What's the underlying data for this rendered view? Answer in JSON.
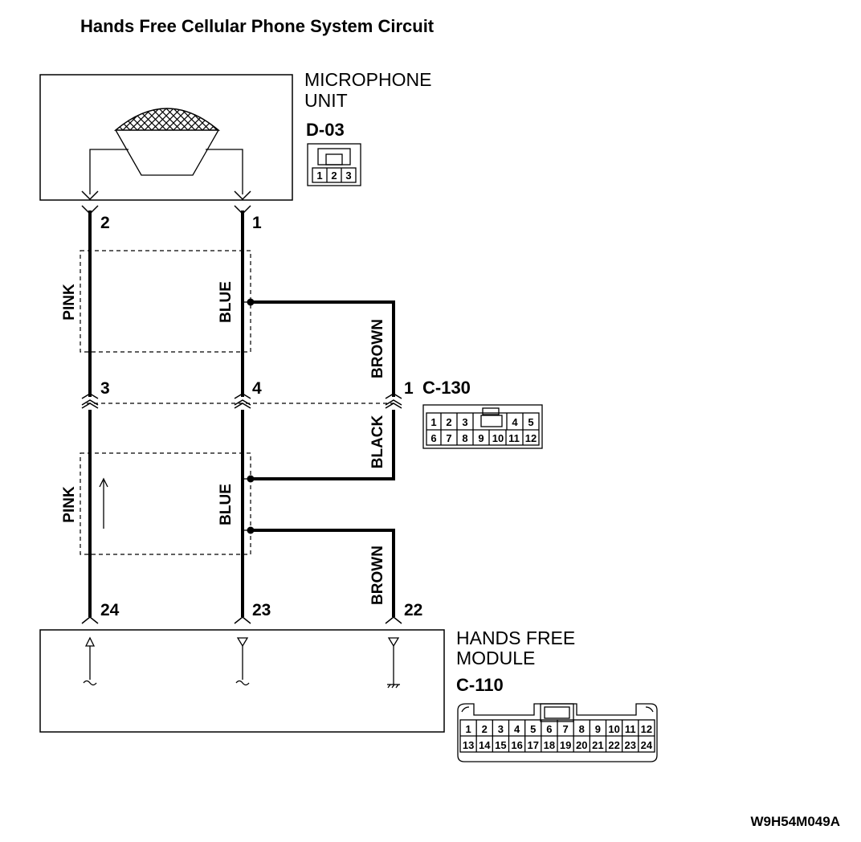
{
  "title": "Hands Free Cellular Phone System Circuit",
  "microphone_unit": {
    "name_line1": "MICROPHONE",
    "name_line2": "UNIT",
    "connector": "D-03",
    "connector_pins": [
      "1",
      "2",
      "3"
    ]
  },
  "hands_free_module": {
    "name_line1": "HANDS FREE",
    "name_line2": "MODULE",
    "connector": "C-110",
    "connector_pins_row1": [
      "1",
      "2",
      "3",
      "4",
      "5",
      "6",
      "7",
      "8",
      "9",
      "10",
      "11",
      "12"
    ],
    "connector_pins_row2": [
      "13",
      "14",
      "15",
      "16",
      "17",
      "18",
      "19",
      "20",
      "21",
      "22",
      "23",
      "24"
    ]
  },
  "junction": {
    "pin": "1",
    "connector": "C-130",
    "connector_pins_row1": [
      "1",
      "2",
      "3",
      "4",
      "5"
    ],
    "connector_pins_row2": [
      "6",
      "7",
      "8",
      "9",
      "10",
      "11",
      "12"
    ]
  },
  "pins": {
    "mic_left": "2",
    "mic_right": "1",
    "mid_left": "3",
    "mid_right": "4",
    "mod_left": "24",
    "mod_middle": "23",
    "mod_right": "22"
  },
  "wire_colors": {
    "upper_left": "PINK",
    "upper_right": "BLUE",
    "upper_ground": "BROWN",
    "lower_ground": "BLACK",
    "lower_left": "PINK",
    "lower_right": "BLUE",
    "module_ground": "BROWN"
  },
  "reference_code": "W9H54M049A"
}
